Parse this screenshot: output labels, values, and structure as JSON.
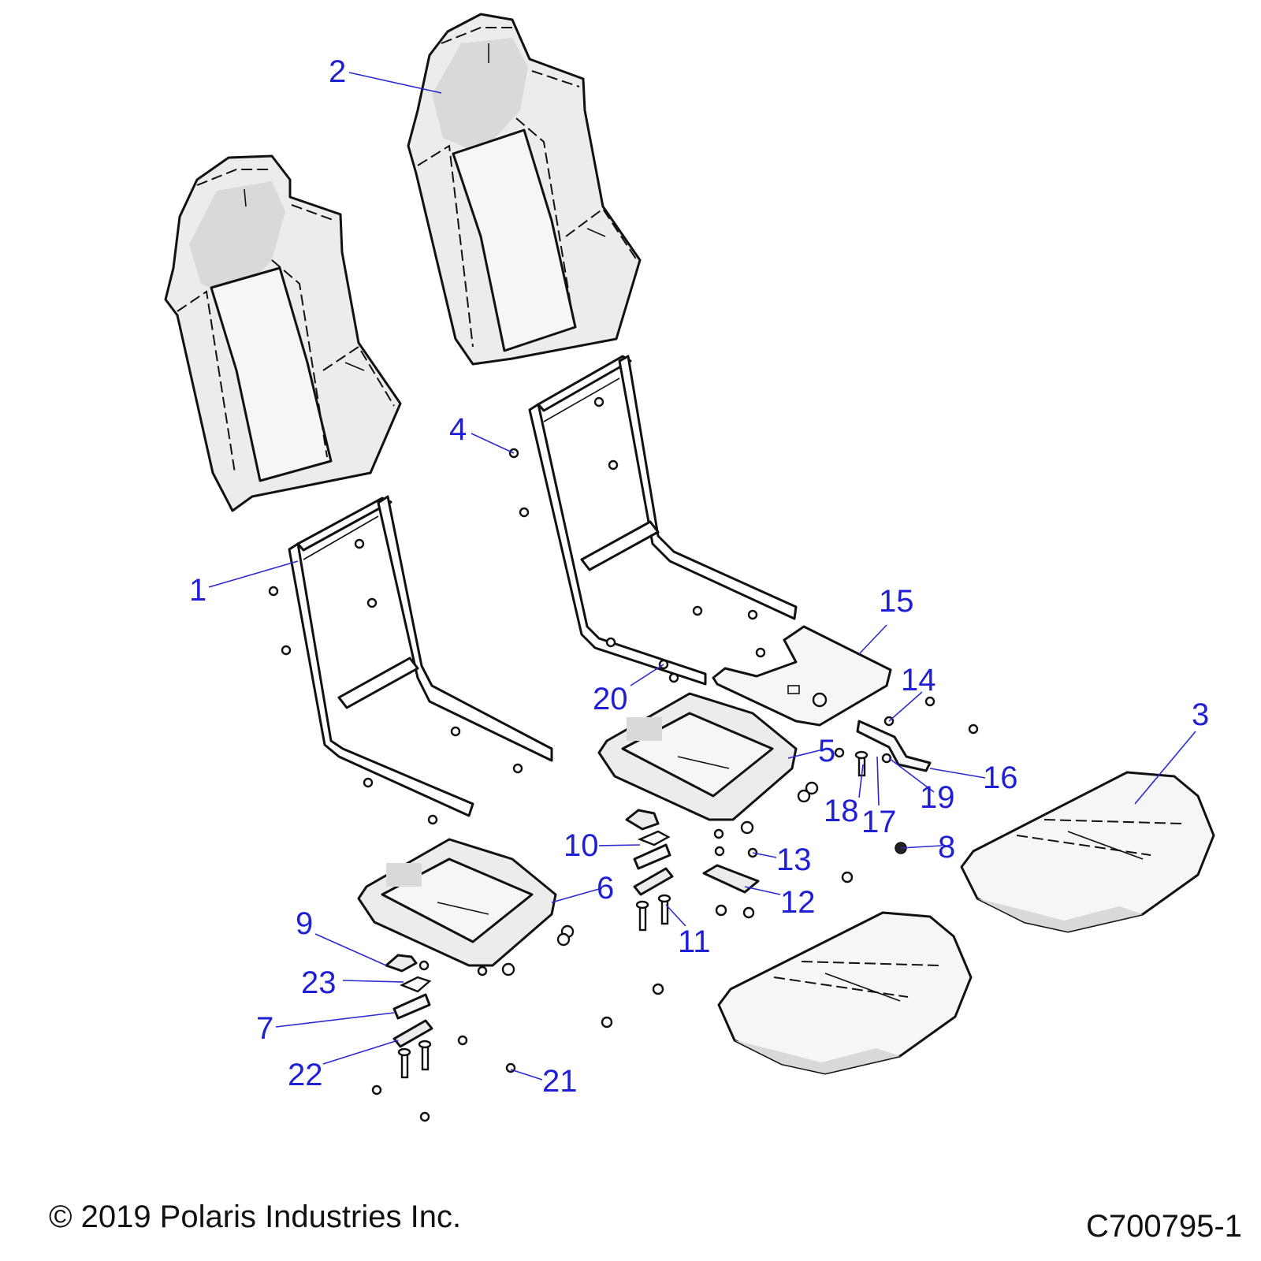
{
  "callouts": [
    {
      "id": "1",
      "label": "1"
    },
    {
      "id": "2",
      "label": "2"
    },
    {
      "id": "3",
      "label": "3"
    },
    {
      "id": "4",
      "label": "4"
    },
    {
      "id": "5",
      "label": "5"
    },
    {
      "id": "6",
      "label": "6"
    },
    {
      "id": "7",
      "label": "7"
    },
    {
      "id": "8",
      "label": "8"
    },
    {
      "id": "9",
      "label": "9"
    },
    {
      "id": "10",
      "label": "10"
    },
    {
      "id": "11",
      "label": "11"
    },
    {
      "id": "12",
      "label": "12"
    },
    {
      "id": "13",
      "label": "13"
    },
    {
      "id": "14",
      "label": "14"
    },
    {
      "id": "15",
      "label": "15"
    },
    {
      "id": "16",
      "label": "16"
    },
    {
      "id": "17",
      "label": "17"
    },
    {
      "id": "18",
      "label": "18"
    },
    {
      "id": "19",
      "label": "19"
    },
    {
      "id": "20",
      "label": "20"
    },
    {
      "id": "21",
      "label": "21"
    },
    {
      "id": "22",
      "label": "22"
    },
    {
      "id": "23",
      "label": "23"
    }
  ],
  "footer": {
    "copyright": "© 2019 Polaris Industries Inc.",
    "figure_id": "C700795-1"
  },
  "colors": {
    "callout": "#1f1fd6",
    "line_art": "#111111",
    "part_fill": "#ececec"
  }
}
